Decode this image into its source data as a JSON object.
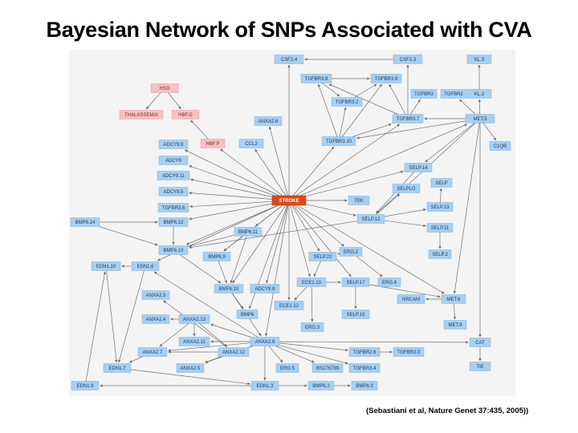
{
  "title": "Bayesian Network of SNPs Associated with CVA",
  "citation": "(Sebastiani et al, Nature Genet 37:435, 2005))",
  "colors": {
    "gene_fill": "#a8cff0",
    "gene_stroke": "#7fb0dc",
    "gene_text": "#1a3a66",
    "phenotype_fill": "#f7c0c4",
    "phenotype_text": "#7a2a2e",
    "stroke_fill": "#d84a1c",
    "stroke_text": "#ffffff",
    "edge": "#707070",
    "panel": "#f4f4f4"
  },
  "nodes": [
    {
      "id": "csf2_4",
      "label": "CSF2.4"
    },
    {
      "id": "csf2_3",
      "label": "CSF2.3"
    },
    {
      "id": "kl3",
      "label": "KL.3"
    },
    {
      "id": "hsg",
      "label": "HSG",
      "kind": "phenotype"
    },
    {
      "id": "tgfbr3_8",
      "label": "TGFBR3.8"
    },
    {
      "id": "tgfbr3_9",
      "label": "TGFBR3.9"
    },
    {
      "id": "tgfbr3",
      "label": "TGFBR3"
    },
    {
      "id": "tgfbr2",
      "label": "TGFBR2"
    },
    {
      "id": "kl2",
      "label": "KL.2"
    },
    {
      "id": "tgfbr3_2",
      "label": "TGFBR3.2"
    },
    {
      "id": "thalassemia",
      "label": "THALASSEMIA",
      "kind": "phenotype"
    },
    {
      "id": "hbf_g",
      "label": "HBF.G",
      "kind": "phenotype"
    },
    {
      "id": "anxa2_6",
      "label": "ANXA2.6"
    },
    {
      "id": "tgfbr3_7",
      "label": "TGFBR3.7"
    },
    {
      "id": "met5",
      "label": "MET.5"
    },
    {
      "id": "adcy9_9",
      "label": "ADCY9.9"
    },
    {
      "id": "hbf_p",
      "label": "HBF.P",
      "kind": "phenotype"
    },
    {
      "id": "ccl2",
      "label": "CCL2"
    },
    {
      "id": "tgfbr3_10",
      "label": "TGFBR3.10"
    },
    {
      "id": "c1qb",
      "label": "C1QB"
    },
    {
      "id": "adcy9",
      "label": "ADCY9"
    },
    {
      "id": "selp14",
      "label": "SELP.14"
    },
    {
      "id": "adcy9_11",
      "label": "ADCY9.11"
    },
    {
      "id": "selp",
      "label": "SELP"
    },
    {
      "id": "selplg",
      "label": "SELPLG"
    },
    {
      "id": "adcy9_5",
      "label": "ADCY9.5"
    },
    {
      "id": "stroke",
      "label": "STROKE",
      "kind": "outcome"
    },
    {
      "id": "tek",
      "label": "TEK"
    },
    {
      "id": "selp13",
      "label": "SELP.13"
    },
    {
      "id": "tgfbr3_6",
      "label": "TGFBR3.6"
    },
    {
      "id": "bmp6_14",
      "label": "BMP6.14"
    },
    {
      "id": "bmp6_12",
      "label": "BMP6.12"
    },
    {
      "id": "selp12",
      "label": "SELP.12"
    },
    {
      "id": "selp11",
      "label": "SELP.11"
    },
    {
      "id": "bmp6_11",
      "label": "BMP6.11"
    },
    {
      "id": "bmp6_13",
      "label": "BMP6.13"
    },
    {
      "id": "erg2",
      "label": "ERG.2"
    },
    {
      "id": "bmp6_9",
      "label": "BMP6.9"
    },
    {
      "id": "selp22",
      "label": "SELP.22"
    },
    {
      "id": "selp2",
      "label": "SELP.2"
    },
    {
      "id": "edn1_10",
      "label": "EDN1.10"
    },
    {
      "id": "edn1_6",
      "label": "EDN1.6"
    },
    {
      "id": "bmp6_10",
      "label": "BMP6.10"
    },
    {
      "id": "adcy9_8",
      "label": "ADCY9.8"
    },
    {
      "id": "ece1_13",
      "label": "ECE1.13"
    },
    {
      "id": "selp17",
      "label": "SELP.17"
    },
    {
      "id": "erg4",
      "label": "ERG.4"
    },
    {
      "id": "anxa2_3",
      "label": "ANXA2.3"
    },
    {
      "id": "nrcam",
      "label": "NRCAM"
    },
    {
      "id": "met6",
      "label": "MET.6"
    },
    {
      "id": "ece1_12",
      "label": "ECE1.12"
    },
    {
      "id": "bmp6",
      "label": "BMP6"
    },
    {
      "id": "selp15",
      "label": "SELP.15"
    },
    {
      "id": "anxa2_4",
      "label": "ANXA2.4"
    },
    {
      "id": "anxa2_13",
      "label": "ANXA2.13"
    },
    {
      "id": "erg3",
      "label": "ERG.3"
    },
    {
      "id": "met9",
      "label": "MET.9"
    },
    {
      "id": "anxa2_11",
      "label": "ANXA2.11"
    },
    {
      "id": "anxa2_8",
      "label": "ANXA2.8"
    },
    {
      "id": "cat",
      "label": "CAT"
    },
    {
      "id": "anxa2_7",
      "label": "ANXA2.7"
    },
    {
      "id": "anxa2_12",
      "label": "ANXA2.12"
    },
    {
      "id": "tgfbr2_6",
      "label": "TGFBR2.6"
    },
    {
      "id": "tgfbr2_0",
      "label": "TGFBR2.0"
    },
    {
      "id": "edn1_7",
      "label": "EDN1.7"
    },
    {
      "id": "anxa2_5",
      "label": "ANXA2.5"
    },
    {
      "id": "erg5",
      "label": "ERG.5"
    },
    {
      "id": "rs276789",
      "label": "RS276789"
    },
    {
      "id": "tgfbr3_4",
      "label": "TGFBR3.4"
    },
    {
      "id": "tie",
      "label": "TIE"
    },
    {
      "id": "edn1_9",
      "label": "EDN1.9"
    },
    {
      "id": "edn1_3",
      "label": "EDN1.3"
    },
    {
      "id": "bmp6_2",
      "label": "BMP6.2"
    },
    {
      "id": "bmp6_3",
      "label": "BMP6.3"
    }
  ],
  "edges": [
    [
      "stroke",
      "csf2_4"
    ],
    [
      "csf2_3",
      "csf2_4"
    ],
    [
      "stroke",
      "anxa2_6"
    ],
    [
      "stroke",
      "ccl2"
    ],
    [
      "stroke",
      "hbf_p"
    ],
    [
      "stroke",
      "adcy9_9"
    ],
    [
      "stroke",
      "adcy9"
    ],
    [
      "stroke",
      "adcy9_11"
    ],
    [
      "stroke",
      "adcy9_5"
    ],
    [
      "stroke",
      "tgfbr3_6"
    ],
    [
      "stroke",
      "bmp6_12"
    ],
    [
      "stroke",
      "bmp6_13"
    ],
    [
      "stroke",
      "bmp6_11"
    ],
    [
      "stroke",
      "bmp6_9"
    ],
    [
      "stroke",
      "bmp6_10"
    ],
    [
      "stroke",
      "adcy9_8"
    ],
    [
      "stroke",
      "ece1_13"
    ],
    [
      "stroke",
      "ece1_12"
    ],
    [
      "stroke",
      "selp22"
    ],
    [
      "stroke",
      "erg2"
    ],
    [
      "stroke",
      "selp17"
    ],
    [
      "stroke",
      "met6"
    ],
    [
      "stroke",
      "selp12"
    ],
    [
      "stroke",
      "tek"
    ],
    [
      "stroke",
      "selp14"
    ],
    [
      "stroke",
      "tgfbr3_10"
    ],
    [
      "stroke",
      "tgfbr3_7"
    ],
    [
      "stroke",
      "met5"
    ],
    [
      "stroke",
      "bmp6"
    ],
    [
      "stroke",
      "anxa2_8"
    ],
    [
      "stroke",
      "edn1_6"
    ],
    [
      "hsg",
      "thalassemia"
    ],
    [
      "hsg",
      "hbf_g"
    ],
    [
      "hbf_p",
      "hbf_g"
    ],
    [
      "tgfbr3_8",
      "tgfbr3_9"
    ],
    [
      "tgfbr3_8",
      "tgfbr3_2"
    ],
    [
      "tgfbr3_2",
      "tgfbr3_9"
    ],
    [
      "tgfbr3_10",
      "tgfbr3_8"
    ],
    [
      "tgfbr3_10",
      "tgfbr3_9"
    ],
    [
      "tgfbr3_10",
      "tgfbr3_2"
    ],
    [
      "tgfbr3_10",
      "tgfbr3_7"
    ],
    [
      "tgfbr3_7",
      "csf2_3"
    ],
    [
      "tgfbr3_7",
      "tgfbr3"
    ],
    [
      "tgfbr3_7",
      "tgfbr3_9"
    ],
    [
      "tgfbr3_7",
      "tgfbr3_8"
    ],
    [
      "met5",
      "tgfbr3_7"
    ],
    [
      "met5",
      "kl2"
    ],
    [
      "kl2",
      "kl3"
    ],
    [
      "met5",
      "tgfbr2"
    ],
    [
      "met5",
      "tgfbr3_10"
    ],
    [
      "met5",
      "c1qb"
    ],
    [
      "met5",
      "selp14"
    ],
    [
      "met5",
      "selp12"
    ],
    [
      "met5",
      "met6"
    ],
    [
      "met5",
      "cat"
    ],
    [
      "selp14",
      "selp12"
    ],
    [
      "selp12",
      "selplg"
    ],
    [
      "selp12",
      "selp13"
    ],
    [
      "selp12",
      "selp11"
    ],
    [
      "selp13",
      "selp"
    ],
    [
      "selp11",
      "selp2"
    ],
    [
      "selp12",
      "bmp6_13"
    ],
    [
      "bmp6_14",
      "bmp6_12"
    ],
    [
      "bmp6_14",
      "bmp6_13"
    ],
    [
      "bmp6_12",
      "bmp6_13"
    ],
    [
      "bmp6_11",
      "bmp6_13"
    ],
    [
      "bmp6_11",
      "bmp6_9"
    ],
    [
      "bmp6_11",
      "bmp6_10"
    ],
    [
      "bmp6_13",
      "bmp6_10"
    ],
    [
      "bmp6_10",
      "anxa2_8"
    ],
    [
      "bmp6_10",
      "bmp6"
    ],
    [
      "bmp6_9",
      "bmp6_10"
    ],
    [
      "erg2",
      "erg4"
    ],
    [
      "erg2",
      "selp22"
    ],
    [
      "selp22",
      "ece1_13"
    ],
    [
      "ece1_13",
      "ece1_12"
    ],
    [
      "ece1_13",
      "erg3"
    ],
    [
      "ece1_13",
      "selp17"
    ],
    [
      "selp17",
      "selp15"
    ],
    [
      "selp17",
      "met6"
    ],
    [
      "met6",
      "nrcam"
    ],
    [
      "met6",
      "met9"
    ],
    [
      "anxa2_8",
      "anxa2_13"
    ],
    [
      "anxa2_8",
      "anxa2_12"
    ],
    [
      "anxa2_8",
      "anxa2_11"
    ],
    [
      "anxa2_8",
      "cat"
    ],
    [
      "anxa2_8",
      "tgfbr2_6"
    ],
    [
      "anxa2_8",
      "tgfbr3_4"
    ],
    [
      "anxa2_8",
      "erg5"
    ],
    [
      "anxa2_8",
      "rs276789"
    ],
    [
      "anxa2_8",
      "edn1_3"
    ],
    [
      "anxa2_8",
      "anxa2_7"
    ],
    [
      "anxa2_8",
      "anxa2_5"
    ],
    [
      "anxa2_8",
      "edn1_6"
    ],
    [
      "tgfbr2_6",
      "tgfbr2_0"
    ],
    [
      "cat",
      "tie"
    ],
    [
      "anxa2_13",
      "anxa2_4"
    ],
    [
      "anxa2_13",
      "anxa2_11"
    ],
    [
      "anxa2_13",
      "anxa2_7"
    ],
    [
      "anxa2_13",
      "anxa2_12"
    ],
    [
      "anxa2_12",
      "anxa2_7"
    ],
    [
      "anxa2_12",
      "anxa2_5"
    ],
    [
      "anxa2_12",
      "anxa2_3"
    ],
    [
      "anxa2_7",
      "edn1_7"
    ],
    [
      "edn1_6",
      "edn1_10"
    ],
    [
      "edn1_6",
      "edn1_7"
    ],
    [
      "edn1_10",
      "edn1_7"
    ],
    [
      "edn1_9",
      "edn1_10"
    ],
    [
      "edn1_3",
      "edn1_9"
    ],
    [
      "edn1_3",
      "bmp6_2"
    ],
    [
      "bmp6_2",
      "bmp6_3"
    ],
    [
      "edn1_7",
      "edn1_3"
    ]
  ]
}
